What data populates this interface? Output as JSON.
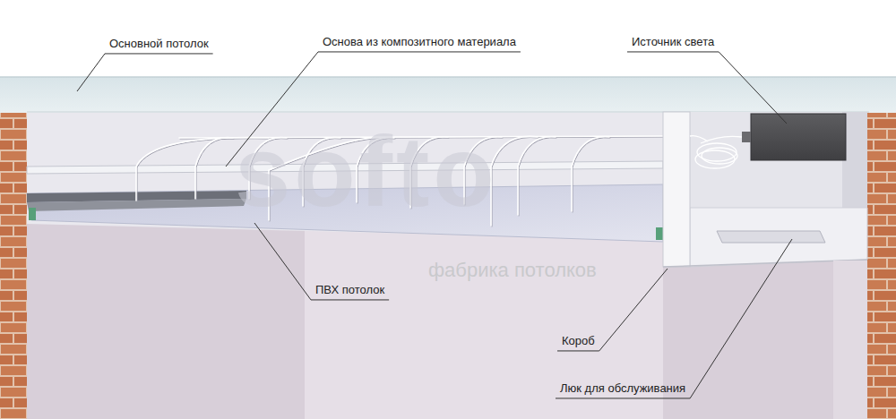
{
  "diagram": {
    "labels": [
      "Основной потолок",
      "Основа из композитного материала",
      "Источник света",
      "ПВХ потолок",
      "Короб",
      "Люк для обслуживания",
      "softo",
      "фабрика потолков"
    ]
  }
}
